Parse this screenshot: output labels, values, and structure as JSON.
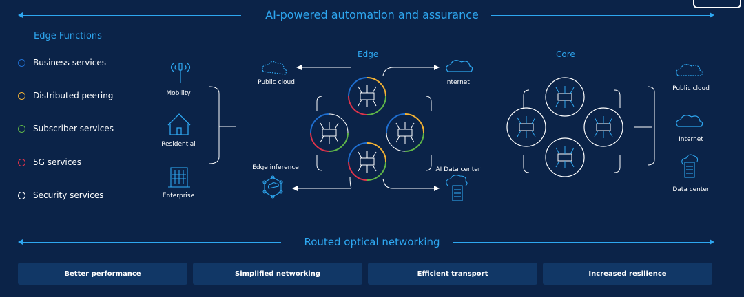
{
  "top_banner": {
    "title": "AI-powered automation and assurance"
  },
  "edge_functions": {
    "title": "Edge Functions",
    "items": [
      {
        "label": "Business services",
        "color": "#1f6fd1"
      },
      {
        "label": "Distributed peering",
        "color": "#f2b134"
      },
      {
        "label": "Subscriber services",
        "color": "#5fb548"
      },
      {
        "label": "5G services",
        "color": "#e0334a"
      },
      {
        "label": "Security services",
        "color": "#ffffff"
      }
    ]
  },
  "access": {
    "items": [
      {
        "label": "Mobility",
        "icon": "cell-tower-icon"
      },
      {
        "label": "Residential",
        "icon": "house-icon"
      },
      {
        "label": "Enterprise",
        "icon": "building-icon"
      }
    ]
  },
  "edge": {
    "title": "Edge",
    "public_cloud": "Public cloud",
    "internet": "Internet",
    "edge_inference": "Edge inference",
    "ai_data_center": "AI Data center"
  },
  "core": {
    "title": "Core",
    "public_cloud": "Public cloud",
    "internet": "Internet",
    "data_center": "Data center"
  },
  "bottom_banner": {
    "title": "Routed optical networking"
  },
  "benefits": [
    "Better performance",
    "Simplified networking",
    "Efficient transport",
    "Increased resilience"
  ],
  "colors": {
    "accent": "#2ea7f0",
    "background": "#0b2348",
    "button": "#113766"
  }
}
